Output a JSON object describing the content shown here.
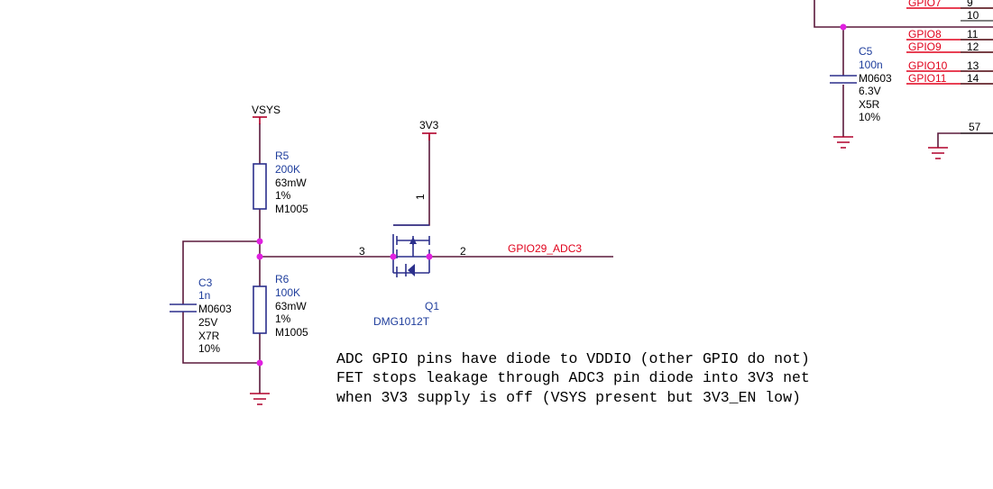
{
  "colors": {
    "wire": "#5b1a3c",
    "component": "#2b2f8c",
    "net_label": "#e0001b",
    "ref_text": "#1e3d9c",
    "junction": "#e020e0",
    "power": "#b0002a"
  },
  "power": {
    "vsys": "VSYS",
    "v3v3": "3V3"
  },
  "r5": {
    "ref": "R5",
    "value": "200K",
    "power": "63mW",
    "tol": "1%",
    "pkg": "M1005"
  },
  "r6": {
    "ref": "R6",
    "value": "100K",
    "power": "63mW",
    "tol": "1%",
    "pkg": "M1005"
  },
  "c3": {
    "ref": "C3",
    "value": "1n",
    "pkg": "M0603",
    "voltage": "25V",
    "dielectric": "X7R",
    "tol": "10%"
  },
  "c5": {
    "ref": "C5",
    "value": "100n",
    "pkg": "M0603",
    "voltage": "6.3V",
    "dielectric": "X5R",
    "tol": "10%"
  },
  "q1": {
    "ref": "Q1",
    "part": "DMG1012T",
    "pin_gate": "3",
    "pin_source": "2",
    "pin_drain": "1"
  },
  "net": {
    "gpio29": "GPIO29_ADC3"
  },
  "connector": {
    "pins": [
      {
        "net": "GPIO7",
        "num": "9"
      },
      {
        "net": "",
        "num": "10"
      },
      {
        "net": "GPIO8",
        "num": "11"
      },
      {
        "net": "GPIO9",
        "num": "12"
      },
      {
        "net": "GPIO10",
        "num": "13"
      },
      {
        "net": "GPIO11",
        "num": "14"
      }
    ],
    "gnd_pin": "57"
  },
  "note": {
    "line1": "ADC GPIO pins have diode to VDDIO (other GPIO do not)",
    "line2": "FET stops leakage through ADC3 pin diode into 3V3 net",
    "line3": "when 3V3 supply is off (VSYS present but 3V3_EN low)"
  }
}
